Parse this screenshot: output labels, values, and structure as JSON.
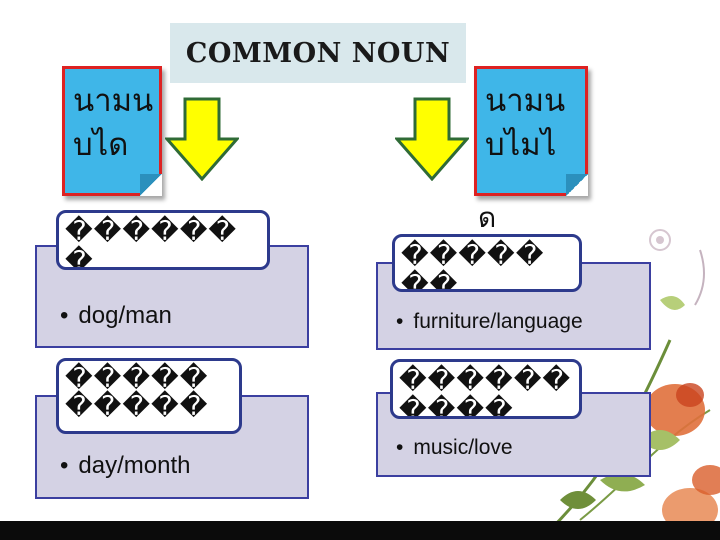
{
  "slide": {
    "title": "COMMON NOUN",
    "left_note": {
      "line1": "นามน",
      "line2": "บได"
    },
    "right_note": {
      "line1": "นามน",
      "line2": "บไมไ",
      "overflow": "ด"
    },
    "arrow_icon": "down-arrow-icon",
    "arrow_color": "#ffff00",
    "categories": [
      {
        "label": "�������",
        "item": "dog/man"
      },
      {
        "label": "�������",
        "item": "furniture/language"
      },
      {
        "label": "����������",
        "item": "day/month"
      },
      {
        "label": "����������",
        "item": "music/love"
      }
    ],
    "bullet": "•",
    "colors": {
      "title_bg": "#d9e8ec",
      "note_bg": "#3fb6e8",
      "note_border": "#dd2222",
      "box_bg": "#d4d2e4",
      "box_border": "#3b3fa0",
      "bottom_bar": "#0b0b0b"
    }
  }
}
